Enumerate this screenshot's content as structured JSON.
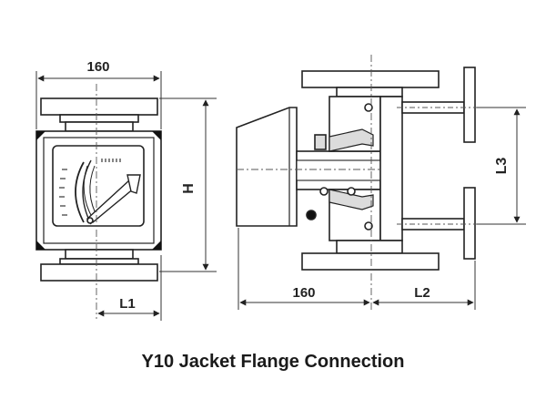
{
  "dimensions": {
    "front_width": "160",
    "height": "H",
    "l1": "L1",
    "side_width": "160",
    "l2": "L2",
    "l3": "L3"
  },
  "caption": "Y10 Jacket Flange Connection",
  "colors": {
    "line": "#222222",
    "thin_line": "#333333",
    "center_line": "#555555",
    "fill": "#ffffff",
    "gray": "#dcdcdc",
    "dark": "#111111"
  }
}
